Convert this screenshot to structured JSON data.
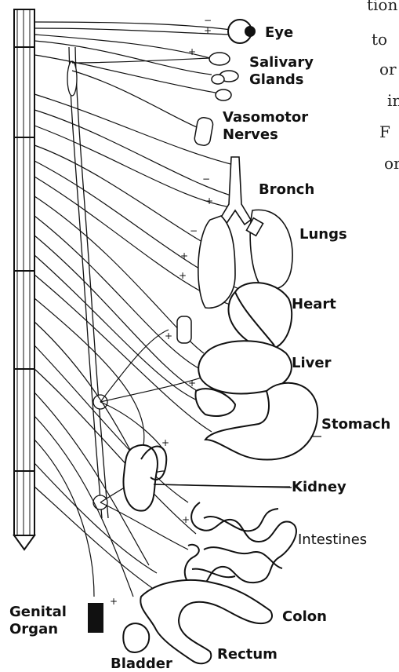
{
  "labels": {
    "eye": "Eye",
    "salivary_glands": [
      "Salivary",
      "Glands"
    ],
    "vasomotor_nerves": [
      "Vasomotor",
      "Nerves"
    ],
    "bronch": "Bronch",
    "lungs": "Lungs",
    "heart": "Heart",
    "liver": "Liver",
    "stomach": "Stomach",
    "kidney": "Kidney",
    "intestines": "Intestines",
    "colon": "Colon",
    "rectum": "Rectum",
    "bladder": "Bladder",
    "genital_organ": [
      "Genital",
      "Organ"
    ]
  },
  "cropped_text_fragments": [
    "tion",
    "to",
    "or",
    "in",
    "F",
    "or"
  ],
  "colors": {
    "ink": "#111111",
    "background": "#ffffff"
  }
}
